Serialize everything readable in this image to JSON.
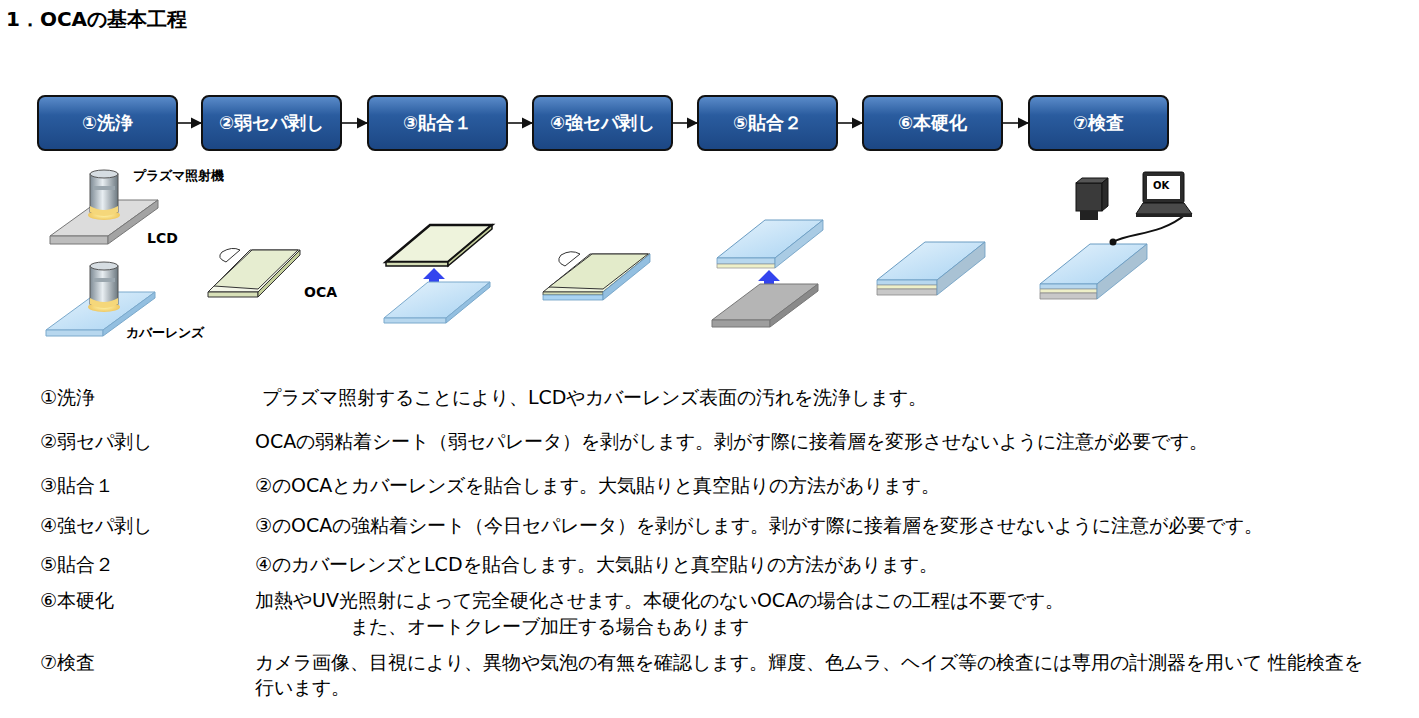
{
  "diagram": {
    "title": "1．OCAの基本工程",
    "nodes": [
      {
        "text": [
          "①洗浄"
        ]
      },
      {
        "text": [
          "②弱セパ剥し"
        ]
      },
      {
        "text": [
          "③貼合１"
        ]
      },
      {
        "text": [
          "④強セパ剥し"
        ]
      },
      {
        "text": [
          "⑤貼合２"
        ]
      },
      {
        "text": [
          "⑥本硬化"
        ]
      },
      {
        "text": [
          "⑦検査"
        ]
      }
    ],
    "edges": [
      {
        "from": 0,
        "to": 1,
        "arrow": "to"
      },
      {
        "from": 1,
        "to": 2,
        "arrow": "to"
      },
      {
        "from": 2,
        "to": 3,
        "arrow": "to"
      },
      {
        "from": 3,
        "to": 4,
        "arrow": "to"
      },
      {
        "from": 4,
        "to": 5,
        "arrow": "to"
      },
      {
        "from": 5,
        "to": 6,
        "arrow": "to"
      }
    ],
    "labels": [
      "プラズマ照射機",
      "LCD",
      "カバーレンズ",
      "OCA",
      "OK",
      "①洗浄",
      "プラズマ照射することにより、LCDやカバーレンズ表面の汚れを洗浄します。",
      "②弱セパ剥し",
      "OCAの弱粘着シート（弱セパレータ）を剥がします。剥がす際に接着層を変形させないように注意が必要です。",
      "③貼合１",
      "②のOCAとカバーレンズを貼合します。大気貼りと真空貼りの方法があります。",
      "④強セパ剥し",
      "③のOCAの強粘着シート（今日セパレータ）を剥がします。剥がす際に接着層を変形させないように注意が必要です。",
      "⑤貼合２",
      "④のカバーレンズとLCDを貼合します。大気貼りと真空貼りの方法があります。",
      "⑥本硬化",
      "加熱やUV光照射によって完全硬化させます。本硬化のないOCAの場合はこの工程は不要です。",
      "また、オートクレーブ加圧する場合もあります",
      "⑦検査",
      "カメラ画像、目視により、異物や気泡の有無を確認します。輝度、色ムラ、ヘイズ等の検査には専用の計測器を用いて 性能検査を行います。"
    ]
  }
}
